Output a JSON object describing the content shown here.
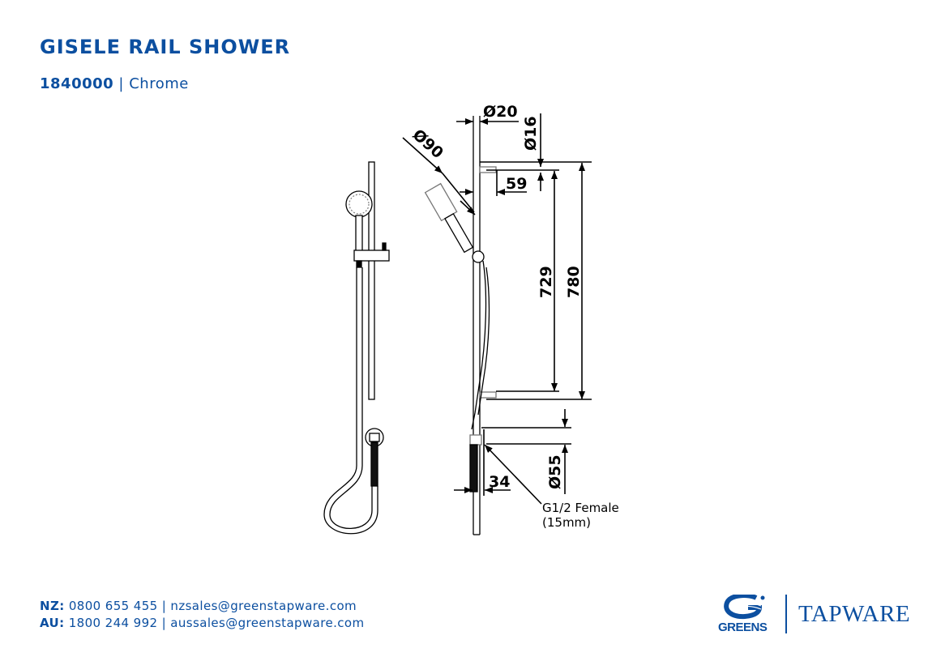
{
  "header": {
    "title": "GISELE RAIL SHOWER",
    "product_code": "1840000",
    "separator": "|",
    "finish": "Chrome"
  },
  "drawing": {
    "dimensions": {
      "rail_diameter": "Ø20",
      "bracket_diameter": "Ø16",
      "head_diameter": "Ø90",
      "projection": "59",
      "bracket_centres": "729",
      "overall_length": "780",
      "outlet_diameter": "Ø55",
      "outlet_projection": "34"
    },
    "notes": {
      "connection_line1": "G1/2 Female",
      "connection_line2": "(15mm)"
    }
  },
  "footer": {
    "nz": {
      "label": "NZ:",
      "phone": "0800 655 455",
      "separator": "|",
      "email": "nzsales@greenstapware.com"
    },
    "au": {
      "label": "AU:",
      "phone": "1800 244 992",
      "separator": "|",
      "email": "aussales@greenstapware.com"
    }
  },
  "brand": {
    "name": "GREENS",
    "division": "TAPWARE",
    "color": "#0c4fa0"
  }
}
